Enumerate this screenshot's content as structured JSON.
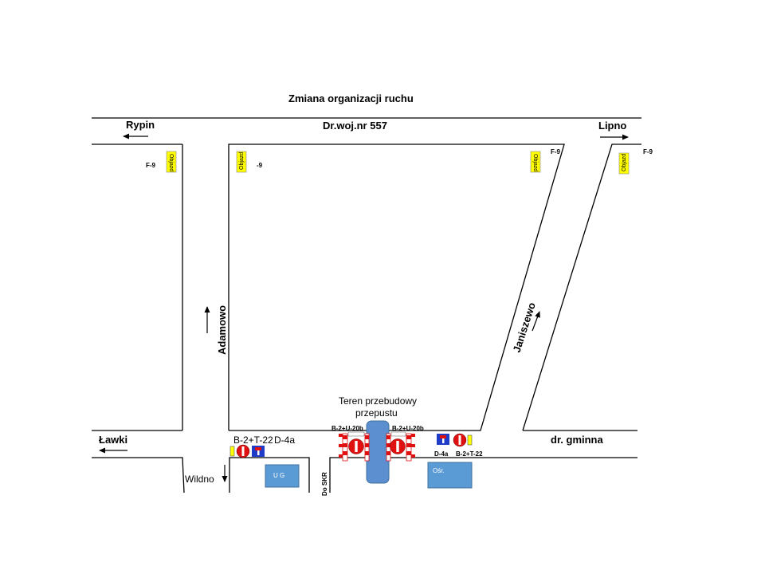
{
  "title": "Zmiana organizacji ruchu",
  "road_main": "Dr.woj.nr 557",
  "places": {
    "rypin": "Rypin",
    "lipno": "Lipno",
    "lawki": "Ławki",
    "wildno": "Wildno",
    "adamowo": "Adamowo",
    "janiszewo": "Janiszewo",
    "dr_gminna": "dr. gminna",
    "do_skr": "Do SKR"
  },
  "construction": {
    "line1": "Teren przebudowy",
    "line2": "przepustu"
  },
  "buildings": {
    "ug": "U G",
    "osr": "Ośr."
  },
  "sign_labels": {
    "f9_a": "F-9",
    "f9_b": "-9",
    "f9_c": "F-9",
    "f9_d": "F-9",
    "b2_t22_left": "B-2+T-22",
    "d4a_left": "D-4a",
    "b2_u20b_left": "B-2+U-20b",
    "b2_u20b_right": "B-2+U-20b",
    "d4a_right": "D-4a",
    "b2_t22_right": "B-2+T-22"
  },
  "detour_sign_text": "Objazd",
  "colors": {
    "construction": "#5b8fd0",
    "building": "#5b9bd5",
    "detour_sign": "#ffff00",
    "no_entry": "#e01010",
    "barrier": "#e01010",
    "dead_end_blue": "#1f3cc8"
  }
}
